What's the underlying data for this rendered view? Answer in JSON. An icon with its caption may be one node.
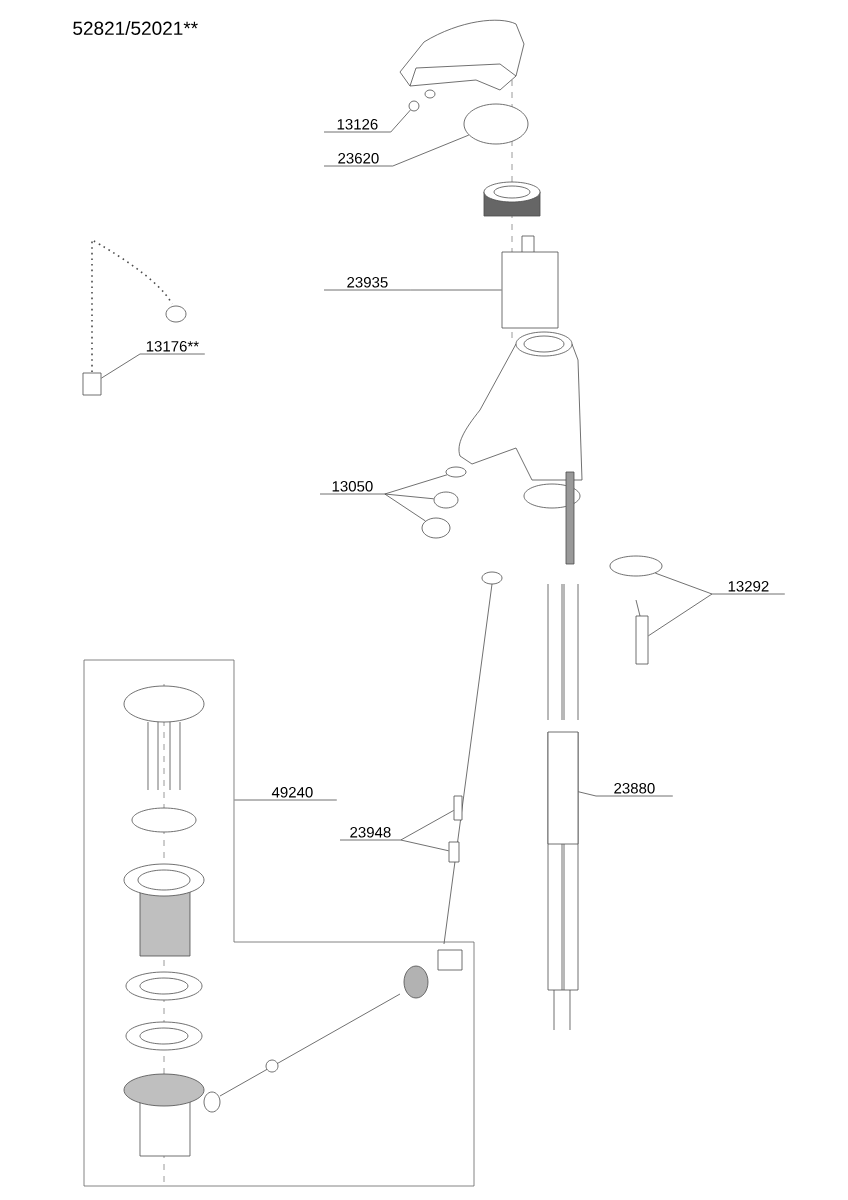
{
  "diagram": {
    "title": "52821/52021**",
    "nodes": [
      {
        "text": [
          "13126"
        ]
      },
      {
        "text": [],
        "shape": "circle"
      },
      {
        "text": [
          "23620"
        ]
      },
      {
        "text": [],
        "shape": "circle"
      },
      {
        "text": [
          "23935"
        ]
      },
      {
        "text": [],
        "shape": "box"
      },
      {
        "text": [
          "13176**"
        ]
      },
      {
        "text": [],
        "shape": "box"
      },
      {
        "text": [
          "13050"
        ]
      },
      {
        "text": [],
        "shape": "circle"
      },
      {
        "text": [],
        "shape": "circle"
      },
      {
        "text": [],
        "shape": "circle"
      },
      {
        "text": [
          "13292"
        ]
      },
      {
        "text": [],
        "shape": "circle"
      },
      {
        "text": [],
        "shape": "box"
      },
      {
        "text": [
          "49240"
        ]
      },
      {
        "text": [],
        "shape": "box"
      },
      {
        "text": [
          "23948"
        ]
      },
      {
        "text": [],
        "shape": "box"
      },
      {
        "text": [],
        "shape": "box"
      },
      {
        "text": [
          "23880"
        ]
      },
      {
        "text": [],
        "shape": "box"
      }
    ],
    "edges": [
      {
        "from": 0,
        "to": 1,
        "arrow": "none"
      },
      {
        "from": 2,
        "to": 3,
        "arrow": "none"
      },
      {
        "from": 4,
        "to": 5,
        "arrow": "none"
      },
      {
        "from": 6,
        "to": 7,
        "arrow": "none"
      },
      {
        "from": 8,
        "to": 9,
        "arrow": "none"
      },
      {
        "from": 8,
        "to": 10,
        "arrow": "none"
      },
      {
        "from": 8,
        "to": 11,
        "arrow": "none"
      },
      {
        "from": 12,
        "to": 13,
        "arrow": "none"
      },
      {
        "from": 12,
        "to": 14,
        "arrow": "none"
      },
      {
        "from": 15,
        "to": 16,
        "arrow": "none"
      },
      {
        "from": 17,
        "to": 18,
        "arrow": "none"
      },
      {
        "from": 17,
        "to": 19,
        "arrow": "none"
      },
      {
        "from": 20,
        "to": 21,
        "arrow": "none"
      }
    ]
  }
}
